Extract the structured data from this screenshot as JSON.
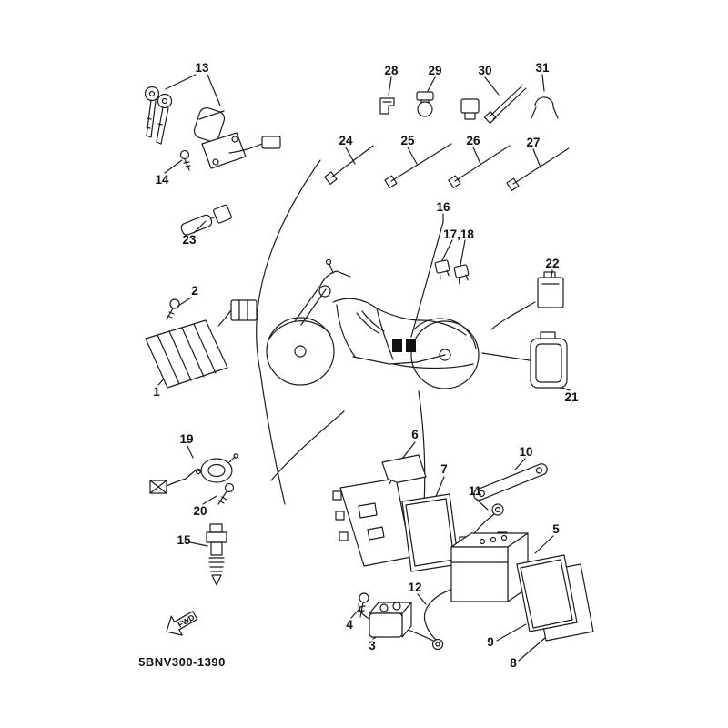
{
  "diagram": {
    "type": "exploded-parts-diagram",
    "footer_code": "5BNV300-1390",
    "fwd_label": "FWD",
    "accent_color": "#1c1c1c",
    "callouts": {
      "n1": "1",
      "n2": "2",
      "n3": "3",
      "n4": "4",
      "n5": "5",
      "n6": "6",
      "n7": "7",
      "n8": "8",
      "n9": "9",
      "n10": "10",
      "n11": "11",
      "n12": "12",
      "n13": "13",
      "n14": "14",
      "n15": "15",
      "n16": "16",
      "n17_18": "17,18",
      "n19": "19",
      "n20": "20",
      "n21": "21",
      "n22": "22",
      "n23": "23",
      "n24": "24",
      "n25": "25",
      "n26": "26",
      "n27": "27",
      "n28": "28",
      "n29": "29",
      "n30": "30",
      "n31": "31"
    }
  }
}
